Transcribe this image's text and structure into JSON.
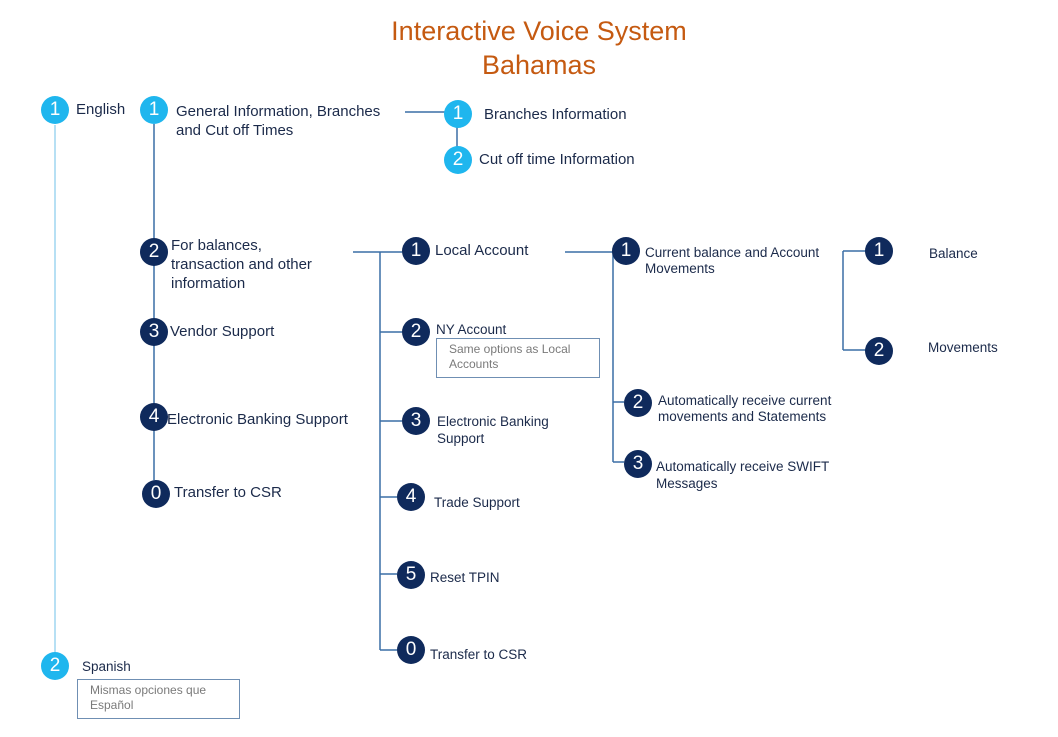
{
  "title": {
    "line1": "Interactive Voice System",
    "line2": "Bahamas"
  },
  "nodes": {
    "english": {
      "number": "1",
      "label": "English"
    },
    "spanish": {
      "number": "2",
      "label": "Spanish",
      "note": "Mismas opciones que Español"
    },
    "general_info": {
      "number": "1",
      "line1": "General Information, Branches",
      "line2": "and Cut off Times"
    },
    "branches_info": {
      "number": "1",
      "label": "Branches Information"
    },
    "cutoff_info": {
      "number": "2",
      "label": "Cut off time Information"
    },
    "balances": {
      "number": "2",
      "line1": "For balances,",
      "line2": "transaction and other",
      "line3": "information"
    },
    "vendor_support": {
      "number": "3",
      "label": "Vendor Support"
    },
    "ebanking_support": {
      "number": "4",
      "label": "Electronic Banking Support"
    },
    "transfer_csr_main": {
      "number": "0",
      "label": "Transfer to CSR"
    },
    "local_account": {
      "number": "1",
      "label": "Local Account"
    },
    "ny_account": {
      "number": "2",
      "label": "NY Account",
      "note": "Same options as Local Accounts"
    },
    "ebanking_support_sub": {
      "number": "3",
      "line1": "Electronic Banking",
      "line2": "Support"
    },
    "trade_support": {
      "number": "4",
      "label": "Trade Support"
    },
    "reset_tpin": {
      "number": "5",
      "label": "Reset TPIN"
    },
    "transfer_csr_sub": {
      "number": "0",
      "label": "Transfer to CSR"
    },
    "current_balance": {
      "number": "1",
      "line1": "Current balance and Account",
      "line2": "Movements"
    },
    "auto_movements": {
      "number": "2",
      "line1": "Automatically receive current",
      "line2": "movements  and Statements"
    },
    "auto_swift": {
      "number": "3",
      "line1": "Automatically receive SWIFT",
      "line2": "Messages"
    },
    "balance": {
      "number": "1",
      "label": "Balance"
    },
    "movements": {
      "number": "2",
      "label": "Movements"
    }
  },
  "colors": {
    "title": "#c55a11",
    "dark_node": "#0f2a5c",
    "light_node": "#1fb6ee",
    "line": "#3a6ea5",
    "light_line": "#9fd6f0"
  }
}
